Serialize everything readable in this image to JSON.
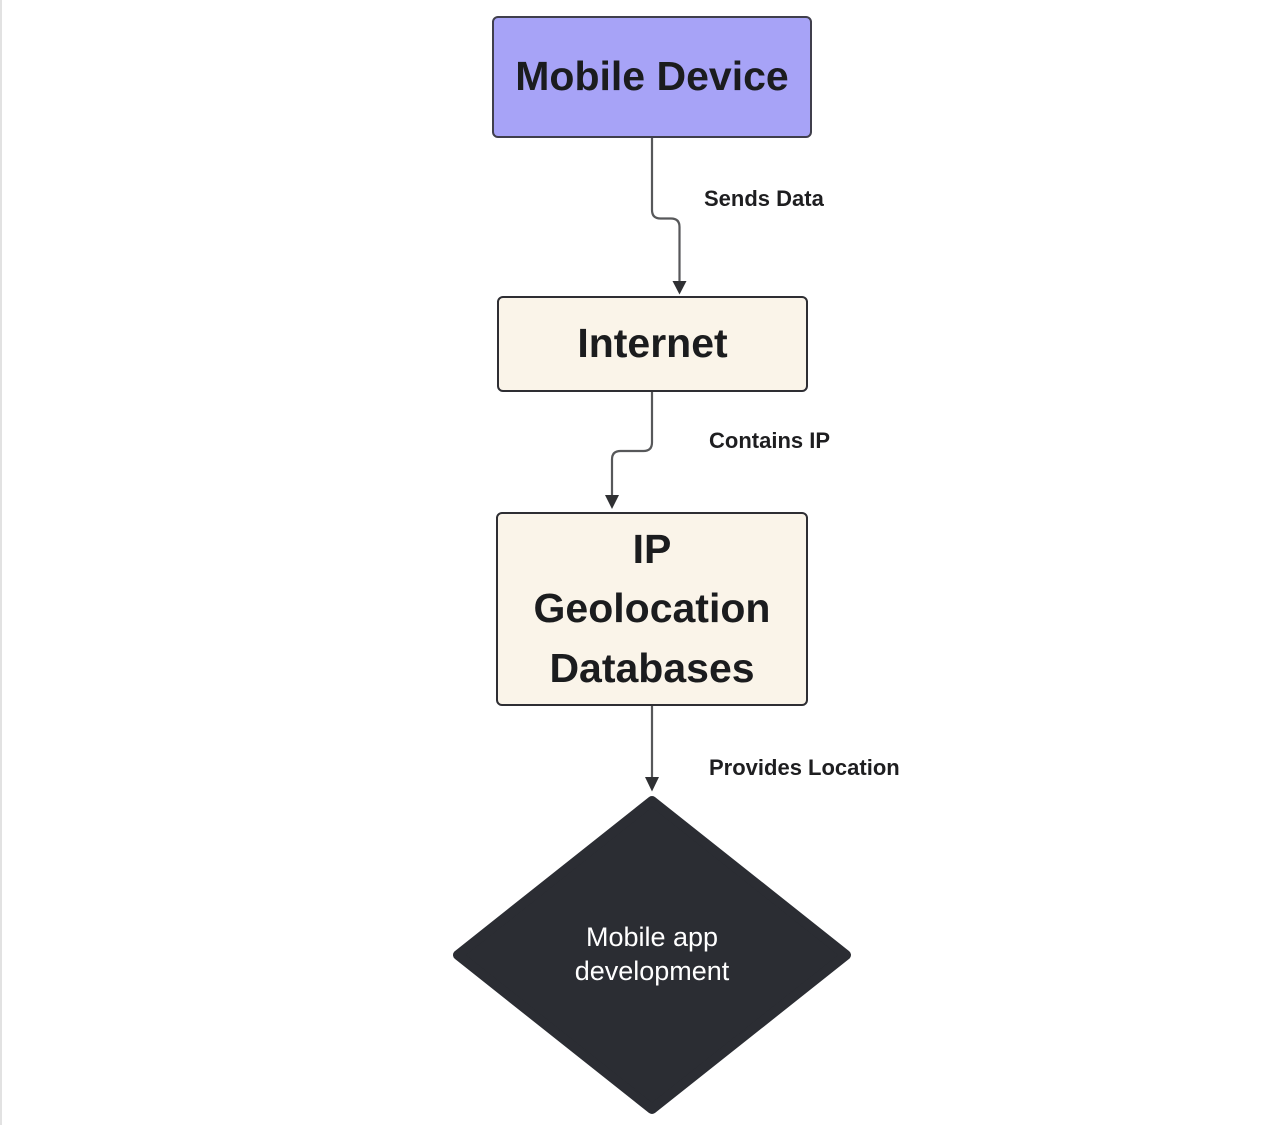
{
  "diagram": {
    "type": "flowchart",
    "direction": "top-down",
    "nodes": [
      {
        "id": "mobile-device",
        "label": "Mobile Device",
        "shape": "rounded-rect",
        "fill": "#a7a3f7",
        "text_color": "#1b1c1e"
      },
      {
        "id": "internet",
        "label": "Internet",
        "shape": "rounded-rect",
        "fill": "#faf4e9",
        "text_color": "#1b1c1e"
      },
      {
        "id": "ip-geolocation-databases",
        "label": "IP Geolocation Databases",
        "shape": "rounded-rect",
        "fill": "#faf4e9",
        "text_color": "#1b1c1e"
      },
      {
        "id": "mobile-app-development",
        "label": "Mobile app development",
        "shape": "diamond",
        "fill": "#2b2d33",
        "text_color": "#ffffff"
      }
    ],
    "edges": [
      {
        "from": "Mobile Device",
        "to": "Internet",
        "label": "Sends Data"
      },
      {
        "from": "Internet",
        "to": "IP Geolocation Databases",
        "label": "Contains IP"
      },
      {
        "from": "IP Geolocation Databases",
        "to": "Mobile app development",
        "label": "Provides Location"
      }
    ],
    "colors": {
      "background": "#ffffff",
      "node_purple_fill": "#a7a3f7",
      "node_cream_fill": "#faf4e9",
      "diamond_fill": "#2b2d33",
      "node_border": "#333338",
      "edge_line": "#57585a",
      "arrowhead": "#2f3033",
      "edge_label_text": "#1e1e20",
      "diamond_text": "#ffffff"
    }
  }
}
